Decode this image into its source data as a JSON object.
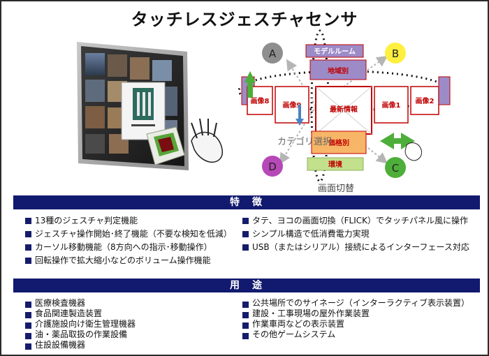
{
  "title": "タッチレスジェスチャセンサ",
  "diagram": {
    "top_panel": "モデルルーム",
    "upper_panel": "地域別",
    "center_panel": "最新情報",
    "left_panel_near": "画像9",
    "left_panel_far": "画像8",
    "right_panel_near": "画像1",
    "right_panel_far": "画像2",
    "lower_panel": "価格別",
    "bottom_panel": "環境",
    "category_select": "カテゴリ選択",
    "screen_switch": "画面切替",
    "circles": {
      "a": "A",
      "b": "B",
      "c": "C",
      "d": "D"
    }
  },
  "features": {
    "heading": "特　徴",
    "left": [
      "13種のジェスチャ判定機能",
      "ジェスチャ操作開始･終了機能（不要な検知を低減）",
      "カーソル移動機能（8方向への指示･移動操作）",
      "回転操作で拡大縮小などのボリューム操作機能"
    ],
    "right": [
      "タテ、ヨコの画面切換（FLICK）でタッチパネル風に操作",
      "シンプル構造で低消費電力実現",
      "USB（またはシリアル）接続によるインターフェース対応"
    ]
  },
  "uses": {
    "heading": "用　途",
    "left": [
      "医療検査機器",
      "食品関連製造装置",
      "介護施設向け衛生管理機器",
      "油・薬品取扱の作業設備",
      "住設設備機器"
    ],
    "right": [
      "公共場所でのサイネージ（インターラクティブ表示装置）",
      "建設・工事現場の屋外作業装置",
      "作業車両などの表示装置",
      "その他ゲームシステム"
    ]
  },
  "colors": {
    "section_bar": "#111a6e",
    "bullet": "#151c6b",
    "panel_purple": "#9d8bc8",
    "panel_red": "#c00000",
    "panel_orange": "#f7b567",
    "panel_green": "#c3e08d",
    "circle_a": "#8e8e8e",
    "circle_b": "#ffef3f",
    "circle_c": "#4eae3a",
    "circle_d": "#b648b8"
  }
}
